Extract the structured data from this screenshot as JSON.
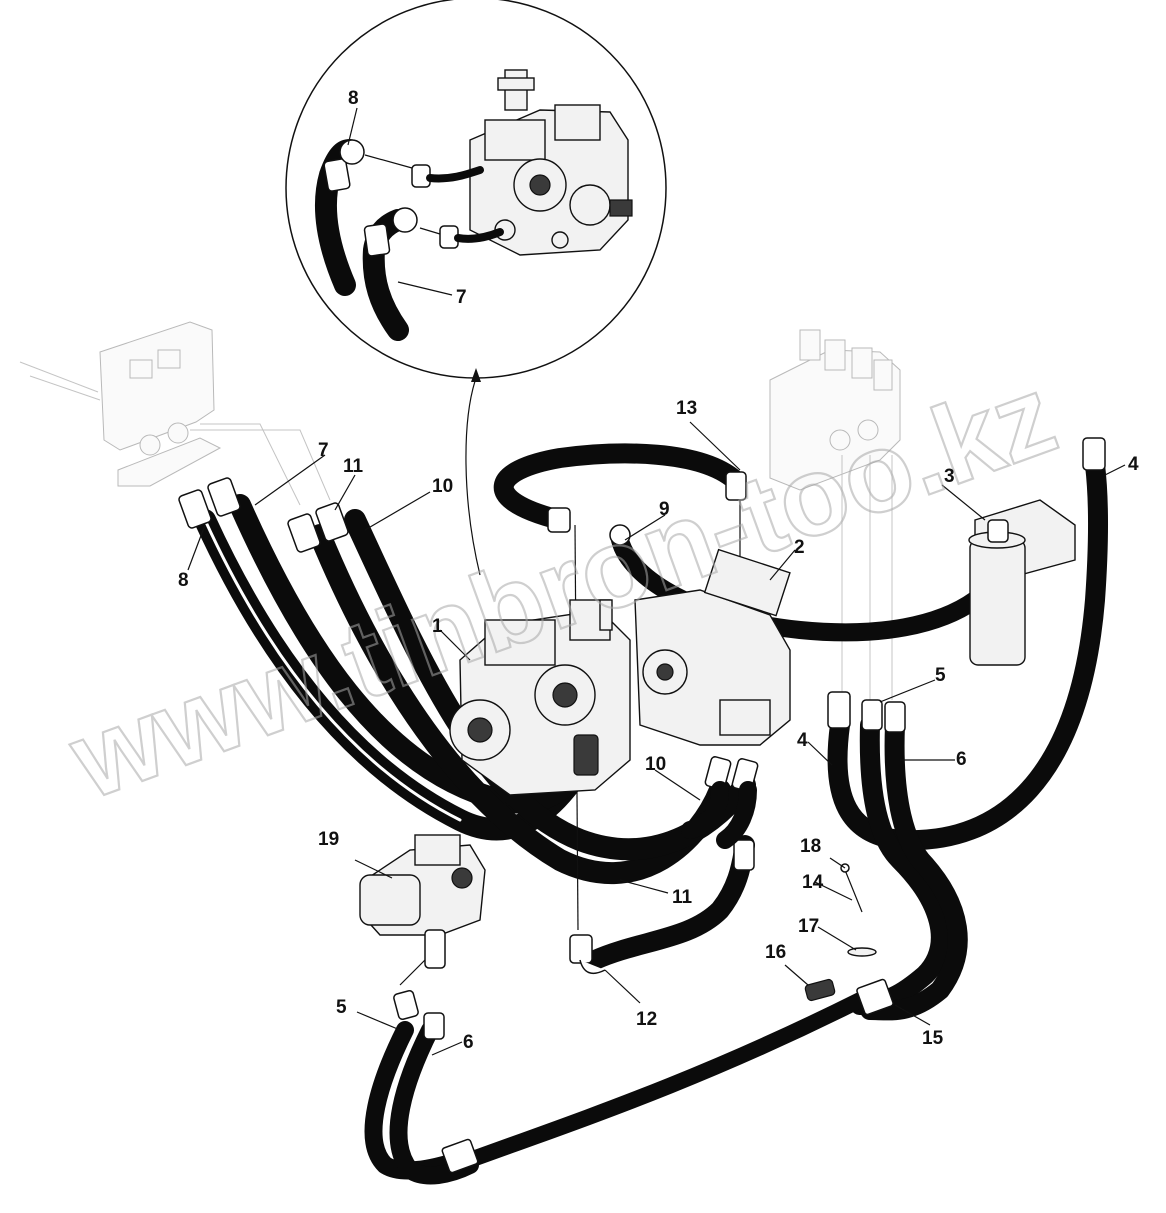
{
  "watermark": "www.tinbron-too.kz",
  "callouts": [
    {
      "id": "1",
      "label": "1"
    },
    {
      "id": "2",
      "label": "2"
    },
    {
      "id": "3",
      "label": "3"
    },
    {
      "id": "4a",
      "label": "4"
    },
    {
      "id": "4b",
      "label": "4"
    },
    {
      "id": "5a",
      "label": "5"
    },
    {
      "id": "5b",
      "label": "5"
    },
    {
      "id": "6a",
      "label": "6"
    },
    {
      "id": "6b",
      "label": "6"
    },
    {
      "id": "7a",
      "label": "7"
    },
    {
      "id": "7b",
      "label": "7"
    },
    {
      "id": "8a",
      "label": "8"
    },
    {
      "id": "8b",
      "label": "8"
    },
    {
      "id": "9",
      "label": "9"
    },
    {
      "id": "10a",
      "label": "10"
    },
    {
      "id": "10b",
      "label": "10"
    },
    {
      "id": "11a",
      "label": "11"
    },
    {
      "id": "11b",
      "label": "11"
    },
    {
      "id": "12",
      "label": "12"
    },
    {
      "id": "13",
      "label": "13"
    },
    {
      "id": "14",
      "label": "14"
    },
    {
      "id": "15",
      "label": "15"
    },
    {
      "id": "16",
      "label": "16"
    },
    {
      "id": "17",
      "label": "17"
    },
    {
      "id": "18",
      "label": "18"
    },
    {
      "id": "19",
      "label": "19"
    }
  ]
}
